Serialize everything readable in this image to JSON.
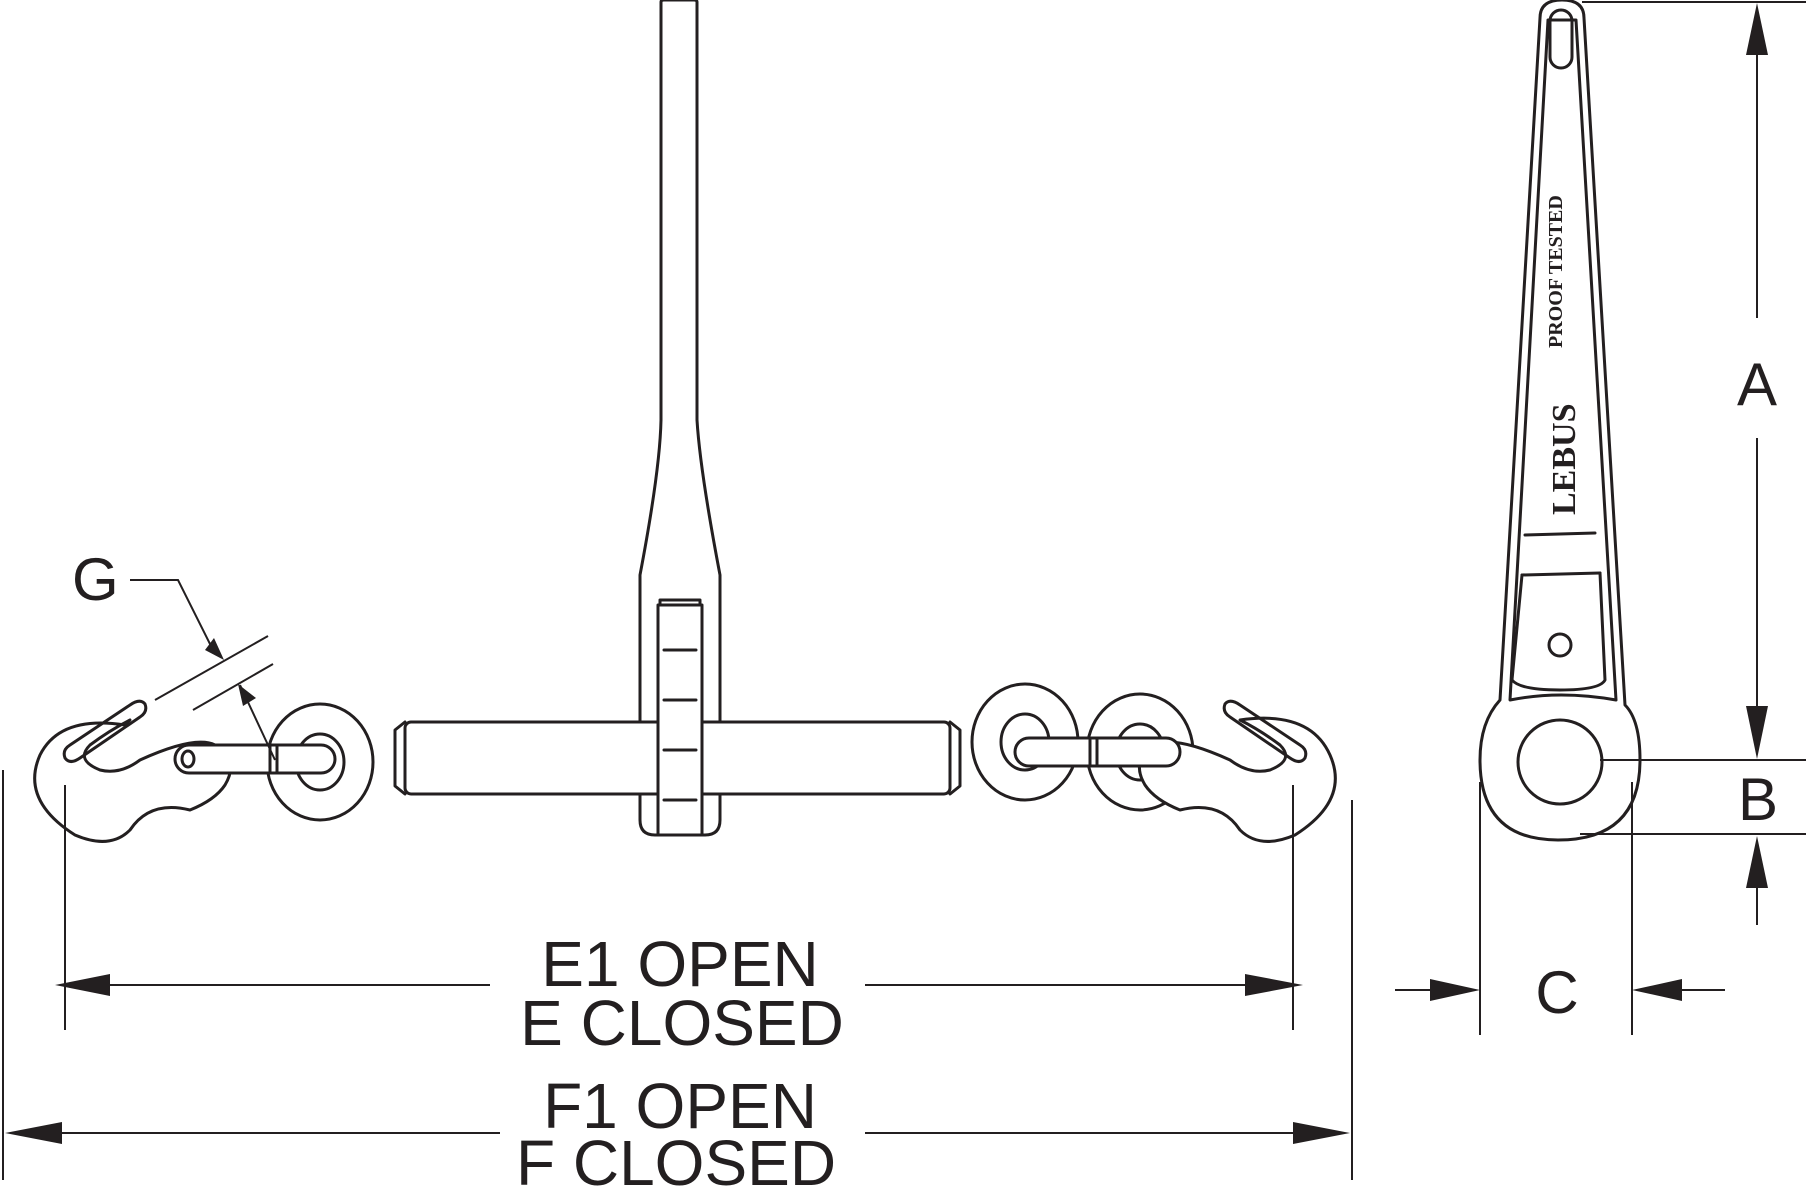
{
  "labels": {
    "g": "G",
    "a": "A",
    "b": "B",
    "c": "C",
    "e_open": "E1 OPEN",
    "e_closed": "E CLOSED",
    "f_open": "F1 OPEN",
    "f_closed": "F CLOSED"
  },
  "handle_text": {
    "brand": "LEBUS",
    "stamp": "PROOF TESTED"
  },
  "colors": {
    "line": "#231f20",
    "background": "#ffffff"
  }
}
